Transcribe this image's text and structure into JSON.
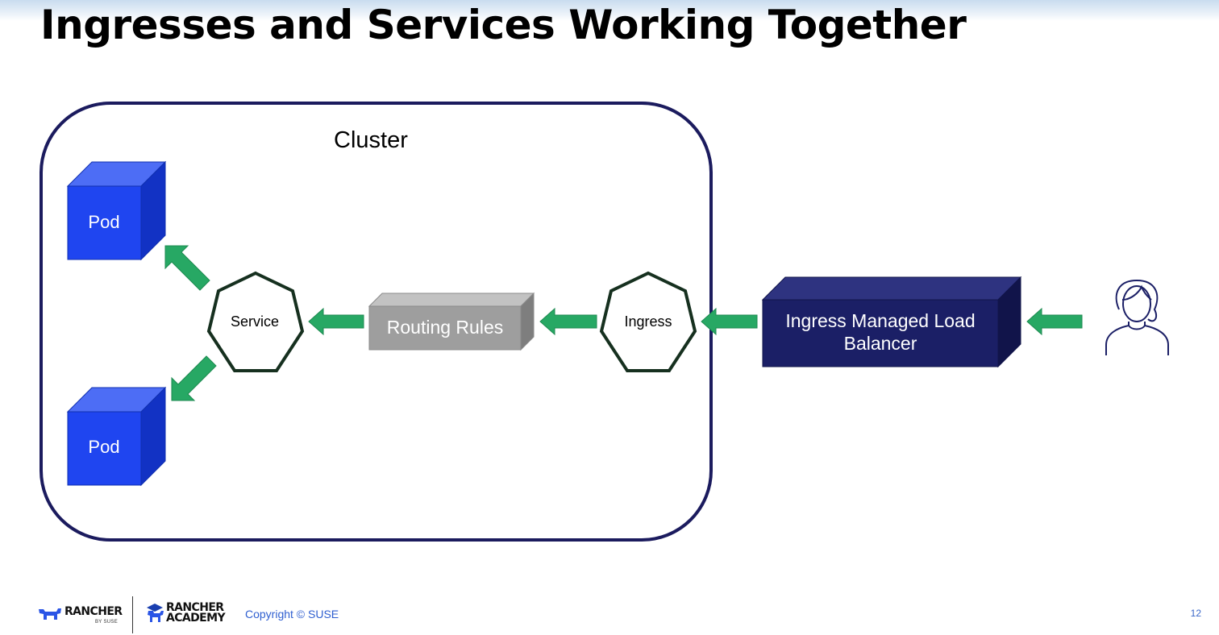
{
  "slide": {
    "title": "Ingresses and Services Working Together",
    "page_number": "12"
  },
  "diagram": {
    "cluster_label": "Cluster",
    "pods": [
      {
        "label": "Pod"
      },
      {
        "label": "Pod"
      }
    ],
    "service_label": "Service",
    "routing_rules_label": "Routing Rules",
    "ingress_label": "Ingress",
    "load_balancer_label_line1": "Ingress Managed Load",
    "load_balancer_label_line2": "Balancer",
    "user_icon": "person-icon"
  },
  "footer": {
    "rancher_logo_text": "RANCHER",
    "rancher_logo_sub": "BY SUSE",
    "academy_logo_line1": "RANCHER",
    "academy_logo_line2": "ACADEMY",
    "copyright": "Copyright © SUSE"
  },
  "colors": {
    "pod_front": "#1f45f0",
    "pod_top": "#4d6df5",
    "pod_side": "#1232c4",
    "arrow": "#27a864",
    "routing_front": "#9e9e9e",
    "routing_top": "#c2c2c2",
    "routing_side": "#7e7e7e",
    "lb_front": "#1b1f66",
    "lb_top": "#2e3380",
    "lb_side": "#11144a",
    "cluster_border": "#1b1b5e",
    "hexagon_border": "#16301f"
  }
}
